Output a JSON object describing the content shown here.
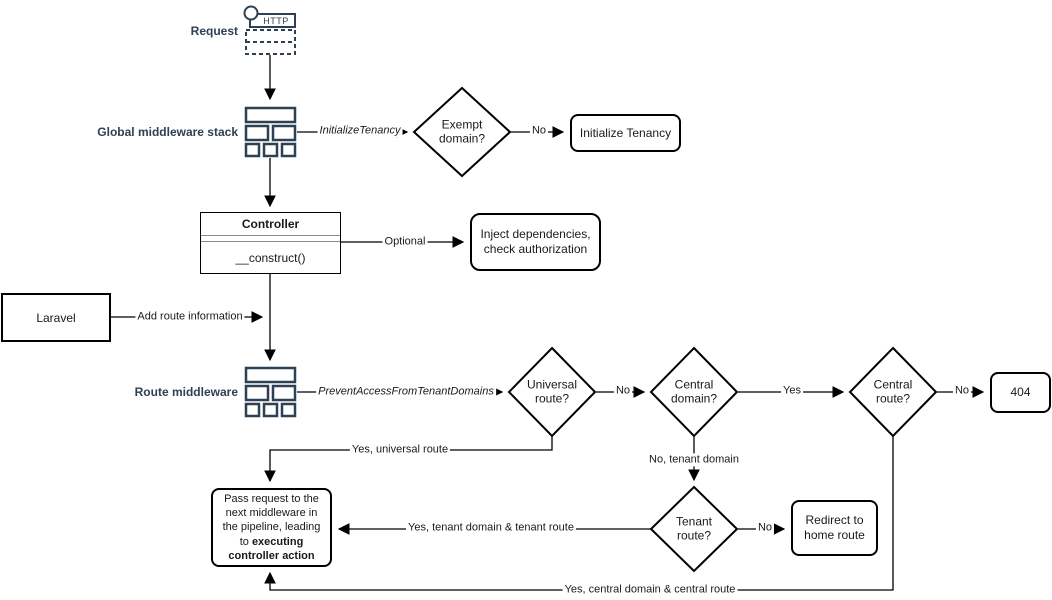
{
  "colors": {
    "accent_navy": "#2e4053",
    "stroke_black": "#000000",
    "background": "#ffffff"
  },
  "labels": {
    "request": "Request",
    "global_middleware_stack": "Global middleware stack",
    "route_middleware": "Route middleware"
  },
  "icons": {
    "http_request_icon_text": "HTTP"
  },
  "nodes": {
    "exempt_domain": "Exempt domain?",
    "initialize_tenancy": "Initialize Tenancy",
    "controller_title": "Controller",
    "controller_method": "__construct()",
    "inject_dependencies": "Inject dependencies, check authorization",
    "laravel": "Laravel",
    "universal_route": "Universal route?",
    "central_domain": "Central domain?",
    "central_route": "Central route?",
    "error_404": "404",
    "tenant_route": "Tenant route?",
    "redirect_home": "Redirect to home route",
    "pass_request_text": "Pass request to the next middleware in the pipeline, leading to ",
    "pass_request_bold": "executing controller action"
  },
  "edge_labels": {
    "initialize_tenancy_middleware": "InitializeTenancy",
    "exempt_no": "No",
    "optional": "Optional",
    "add_route_information": "Add route information",
    "prevent_access_middleware": "PreventAccessFromTenantDomains",
    "universal_no": "No",
    "central_domain_yes": "Yes",
    "central_route_no": "No",
    "yes_universal_route": "Yes, universal route",
    "no_tenant_domain": "No, tenant domain",
    "tenant_route_no": "No",
    "yes_tenant_domain_route": "Yes, tenant domain & tenant route",
    "yes_central_domain_route": "Yes, central domain & central route"
  }
}
